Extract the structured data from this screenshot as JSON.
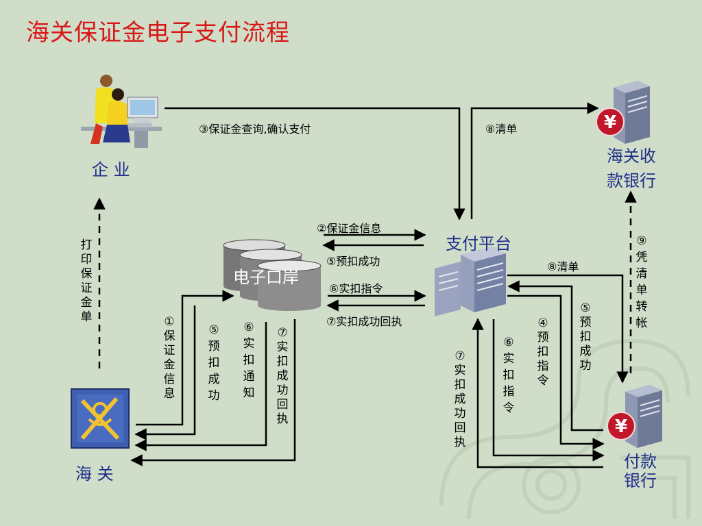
{
  "title": "海关保证金电子支付流程",
  "nodes": {
    "enterprise": "企 业",
    "customs": "海 关",
    "collect_bank": "海关收款银行",
    "pay_bank": "付款银行",
    "platform": "支付平台",
    "port": "电子口岸"
  },
  "flows": {
    "query_confirm": "③保证金查询,确认支付",
    "statement_top": "⑧清单",
    "deposit_info_h": "②保证金信息",
    "pre_deduct_ok_h": "⑤预扣成功",
    "actual_deduct_h": "⑥实扣指令",
    "actual_ok_receipt_h": "⑦实扣成功回执",
    "statement_right": "⑧清单",
    "print_deposit_slip": "打印保证金单",
    "v_deposit_info": "①保证金信息",
    "v_pre_deduct_ok": "⑤预扣成功",
    "v_actual_notice": "⑥实扣通知",
    "v_actual_ok_receipt": "⑦实扣成功回执",
    "v_actual_ok_receipt_2": "⑦实扣成功回执",
    "v_actual_deduct": "⑥实扣指令",
    "v_pre_deduct": "④预扣指令",
    "v_pre_deduct_ok_2": "⑤预扣成功",
    "v_transfer": "⑨凭清单转帐"
  },
  "icons": {
    "enterprise": "office-workers-icon",
    "customs": "customs-emblem-icon",
    "collect_bank": "bank-server-yuan-icon",
    "pay_bank": "bank-server-yuan-icon",
    "platform": "server-cluster-icon",
    "port": "database-stack-icon"
  },
  "colors": {
    "title": "#d81818",
    "node_label": "#1f2d8a",
    "background": "#cfddc9",
    "yuan_badge": "#c0172a"
  }
}
